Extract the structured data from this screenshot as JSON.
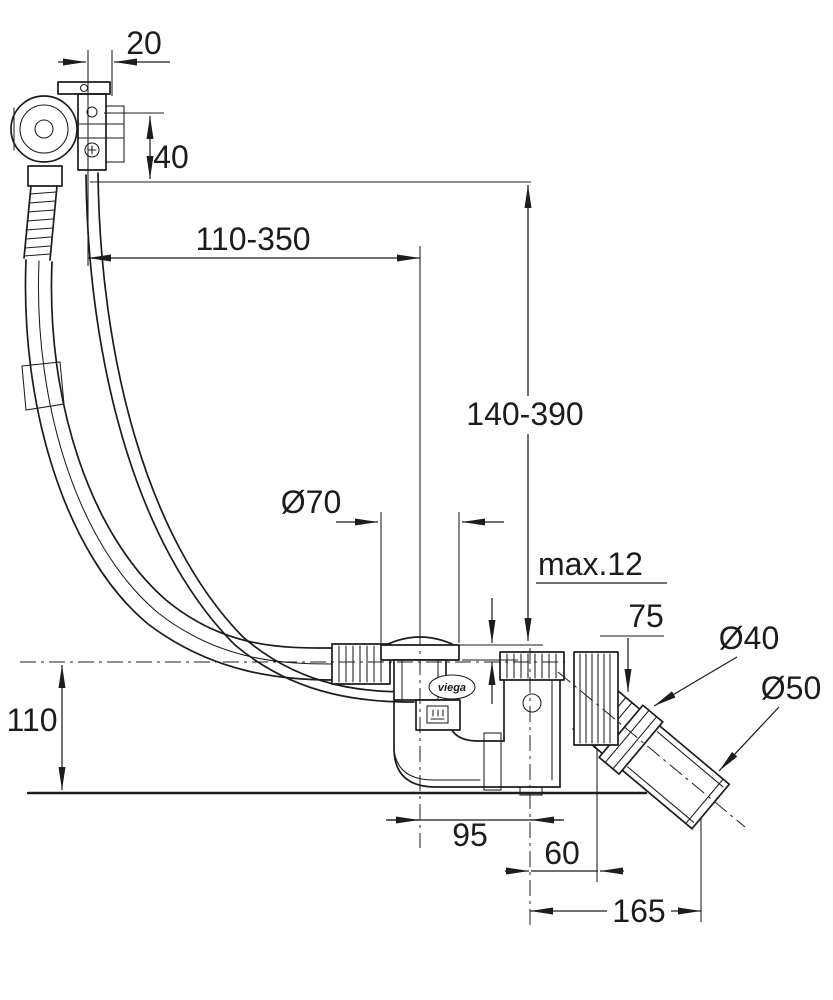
{
  "figure": {
    "background": "#ffffff",
    "line_color": "#1c1c1c"
  },
  "dimensions": {
    "knob_depth": "20",
    "knob_drop": "40",
    "horizontal_reach": "110-350",
    "vertical_reach": "140-390",
    "flange_diameter": "Ø70",
    "rim_thickness": "max.12",
    "outlet_drop": "75",
    "outlet_bore": "Ø40",
    "outlet_diameter": "Ø50",
    "trap_height": "110",
    "trap_to_elbow": "95",
    "elbow_to_outlet": "60",
    "outlet_length": "165"
  },
  "branding": {
    "logo": "viega"
  }
}
